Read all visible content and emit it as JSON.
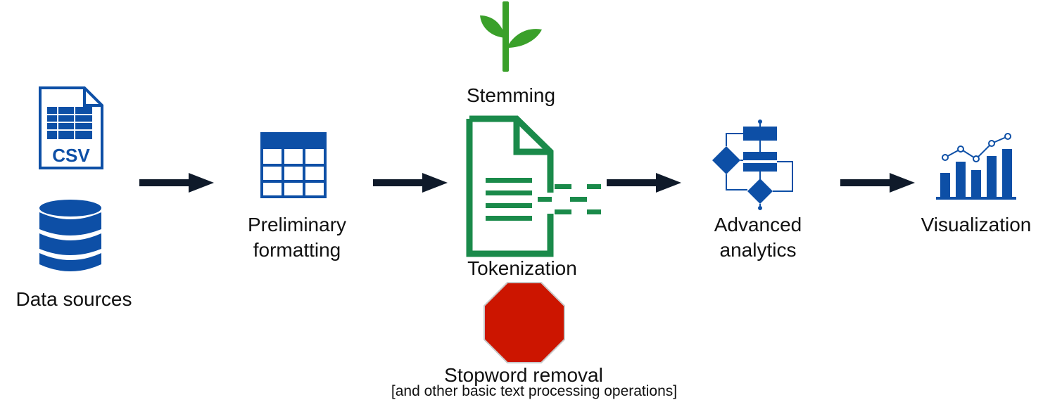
{
  "stages": {
    "data_sources": {
      "label": "Data sources",
      "csv_text": "CSV"
    },
    "preliminary": {
      "line1": "Preliminary",
      "line2": "formatting"
    },
    "stemming": {
      "label": "Stemming"
    },
    "tokenization": {
      "label": "Tokenization"
    },
    "stopword": {
      "label": "Stopword removal",
      "note": "[and other basic text processing operations]"
    },
    "analytics": {
      "line1": "Advanced",
      "line2": "analytics"
    },
    "visualization": {
      "label": "Visualization"
    }
  },
  "colors": {
    "blue": "#0d4fa6",
    "green": "#1a8a4a",
    "plant_green": "#3aa02a",
    "stop_red": "#cc1500",
    "arrow": "#0f1a2a"
  }
}
